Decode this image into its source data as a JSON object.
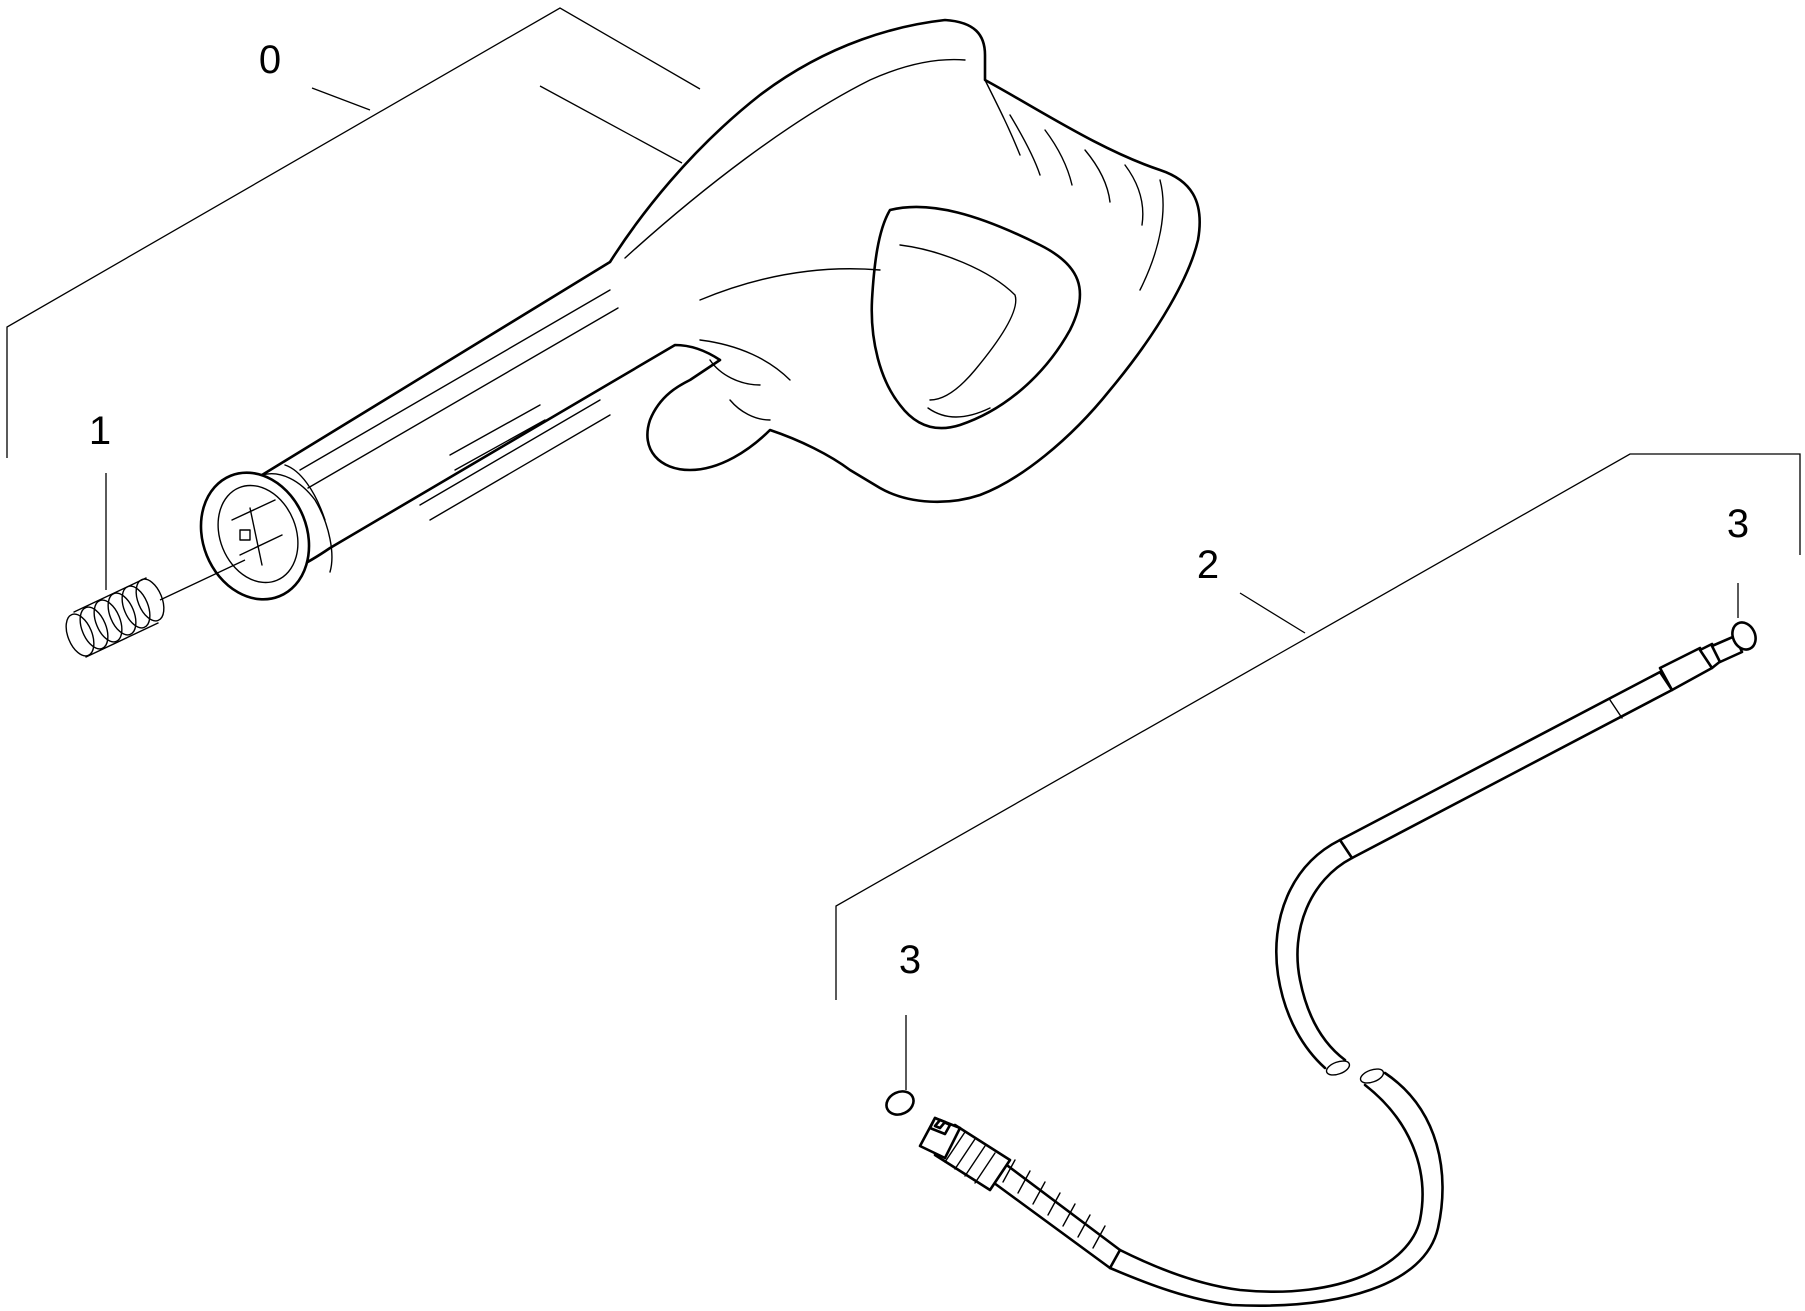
{
  "diagram": {
    "labels": {
      "gun_assembly": "0",
      "spring": "1",
      "hose_assembly": "2",
      "o_ring_right": "3",
      "o_ring_left": "3"
    },
    "colors": {
      "line": "#000000",
      "background": "#ffffff"
    }
  }
}
